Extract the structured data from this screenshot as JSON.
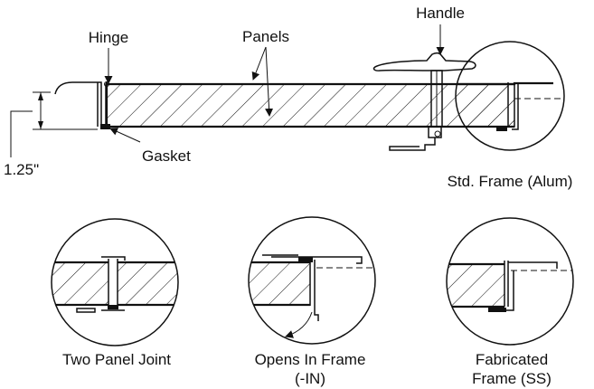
{
  "labels": {
    "hinge": "Hinge",
    "panels": "Panels",
    "handle": "Handle",
    "gasket": "Gasket",
    "dimension": "1.25\"",
    "std_frame": "Std. Frame (Alum)",
    "two_panel": "Two Panel Joint",
    "opens_in_1": "Opens In Frame",
    "opens_in_2": "(-IN)",
    "fabricated_1": "Fabricated",
    "fabricated_2": "Frame (SS)"
  }
}
